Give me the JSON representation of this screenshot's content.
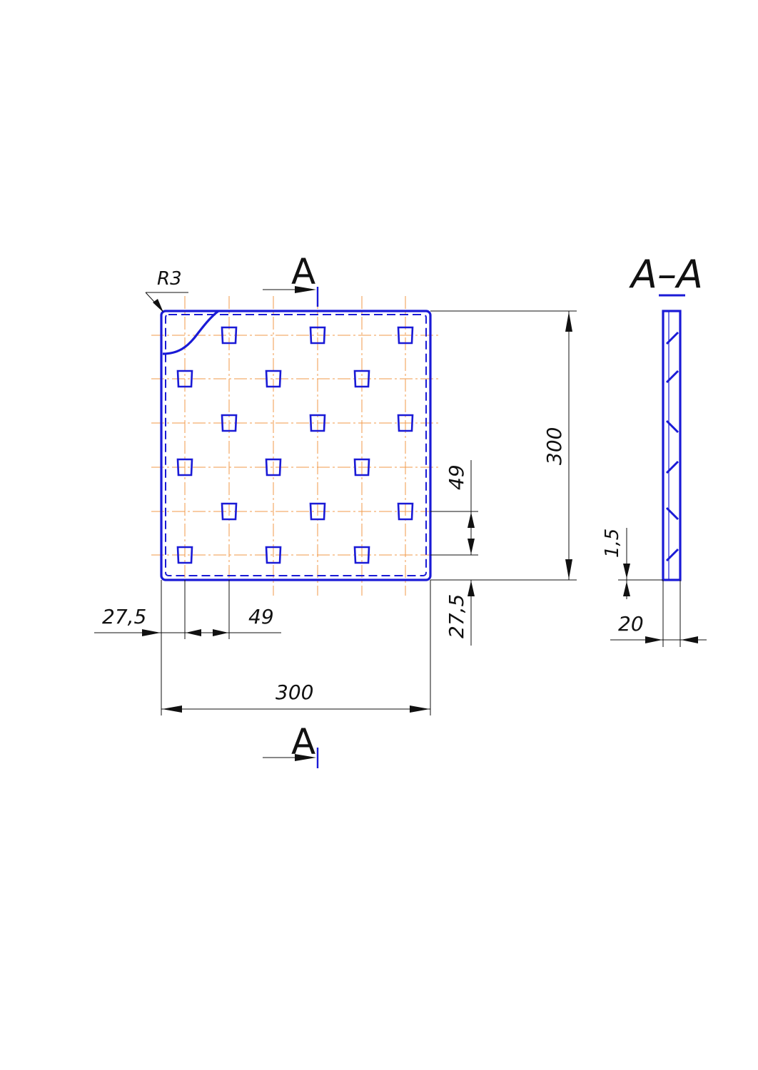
{
  "labels": {
    "section_top": "A",
    "section_bottom": "A",
    "section_view_title": "A–A",
    "radius": "R3",
    "overall_height": "300",
    "overall_width": "300",
    "pitch_vertical": "49",
    "pitch_horizontal": "49",
    "edge_offset_horizontal": "27,5",
    "edge_offset_vertical": "27,5",
    "wall_thickness": "1,5",
    "section_depth": "20"
  },
  "colors": {
    "outline": "#1a1ad6",
    "center_lines": "#f29a4a",
    "dimension_lines": "#111111"
  }
}
